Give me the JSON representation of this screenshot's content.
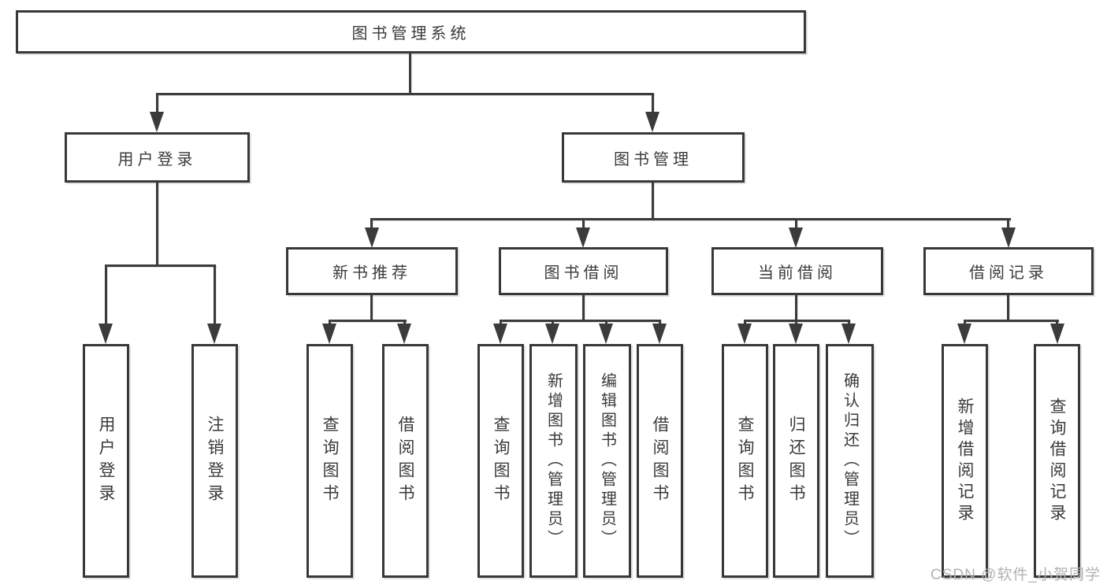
{
  "diagram": {
    "title": "图书管理系统",
    "root": {
      "label": "图书管理系统"
    },
    "level2": [
      {
        "label": "用户登录"
      },
      {
        "label": "图书管理"
      }
    ],
    "level3": [
      {
        "label": "新书推荐"
      },
      {
        "label": "图书借阅"
      },
      {
        "label": "当前借阅"
      },
      {
        "label": "借阅记录"
      }
    ],
    "leaves": {
      "user_login": [
        "用户登录",
        "注销登录"
      ],
      "new_book": [
        "查询图书",
        "借阅图书"
      ],
      "book_borrow": [
        "查询图书",
        "新增图书（管理员）",
        "编辑图书（管理员）",
        "借阅图书"
      ],
      "current_borrow": [
        "查询图书",
        "归还图书",
        "确认归还（管理员）"
      ],
      "borrow_record": [
        "新增借阅记录",
        "查询借阅记录"
      ]
    }
  },
  "watermark": {
    "text": "CSDN @软件_小贺同学"
  },
  "colors": {
    "background": "#ffffff",
    "line": "#3b3b3b",
    "border": "#383838",
    "text": "#3a3a3a",
    "watermark": "#b2b2b2"
  }
}
